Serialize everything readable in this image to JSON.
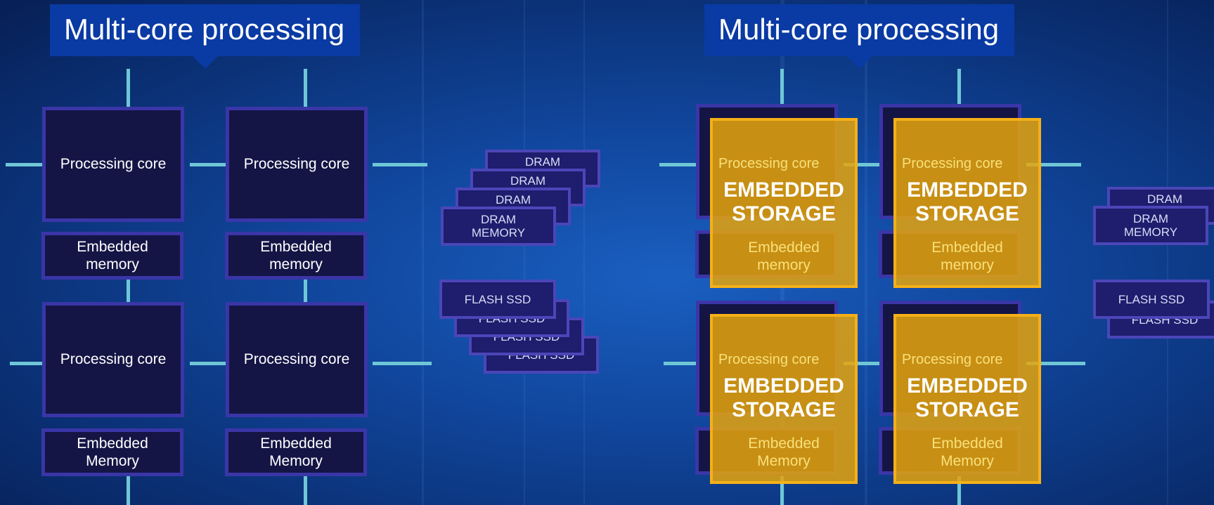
{
  "title": "Multi-core processing",
  "core_label": "Processing core",
  "embedded_memory_lower": "Embedded\nmemory",
  "embedded_memory_upper": "Embedded\nMemory",
  "dram": "DRAM",
  "dram_memory": "DRAM\nMEMORY",
  "flash_ssd": "FLASH SSD",
  "embedded_storage": "EMBEDDED\nSTORAGE",
  "colors": {
    "core_fill": "#141545",
    "core_border": "#3a36a8",
    "wire": "#6fc7d6",
    "title_bg": "#0a3aa3",
    "storage_overlay": "#e6a50a"
  }
}
